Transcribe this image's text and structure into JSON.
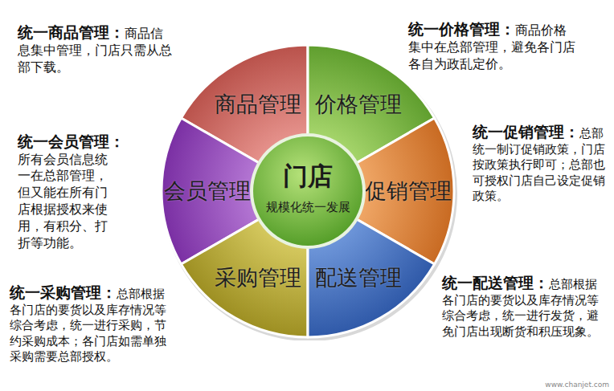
{
  "diagram": {
    "nodes": [
      {
        "text": [
          "门店",
          "规模化统一发展"
        ]
      },
      {
        "text": [
          "商品管理"
        ]
      },
      {
        "text": [
          "价格管理"
        ]
      },
      {
        "text": [
          "会员管理"
        ]
      },
      {
        "text": [
          "促销管理"
        ]
      },
      {
        "text": [
          "采购管理"
        ]
      },
      {
        "text": [
          "配送管理"
        ]
      }
    ],
    "labels": [
      "统一商品管理：",
      "商品信息集中管理，门店只需从总部下载。",
      "统一价格管理：",
      "商品价格集中在总部管理，避免各门店各自为政乱定价。",
      "统一会员管理：",
      "所有会员信息统一在总部管理，但又能在所有门店根据授权来使用，有积分、打折等功能。",
      "统一促销管理：",
      "总部统一制订促销政策，门店按政策执行即可；总部也可授权门店自己设定促销政策。",
      "统一采购管理：",
      "总部根据各门店的要货以及库存情况等综合考虑，统一进行采购，节约采购成本；各门店如需单独采购需要总部授权。",
      "统一配送管理：",
      "总部根据各门店的要货以及库存情况等综合考虑，统一进行发货，避免门店出现断货和积压现象。",
      "www.chanjet.com"
    ]
  }
}
